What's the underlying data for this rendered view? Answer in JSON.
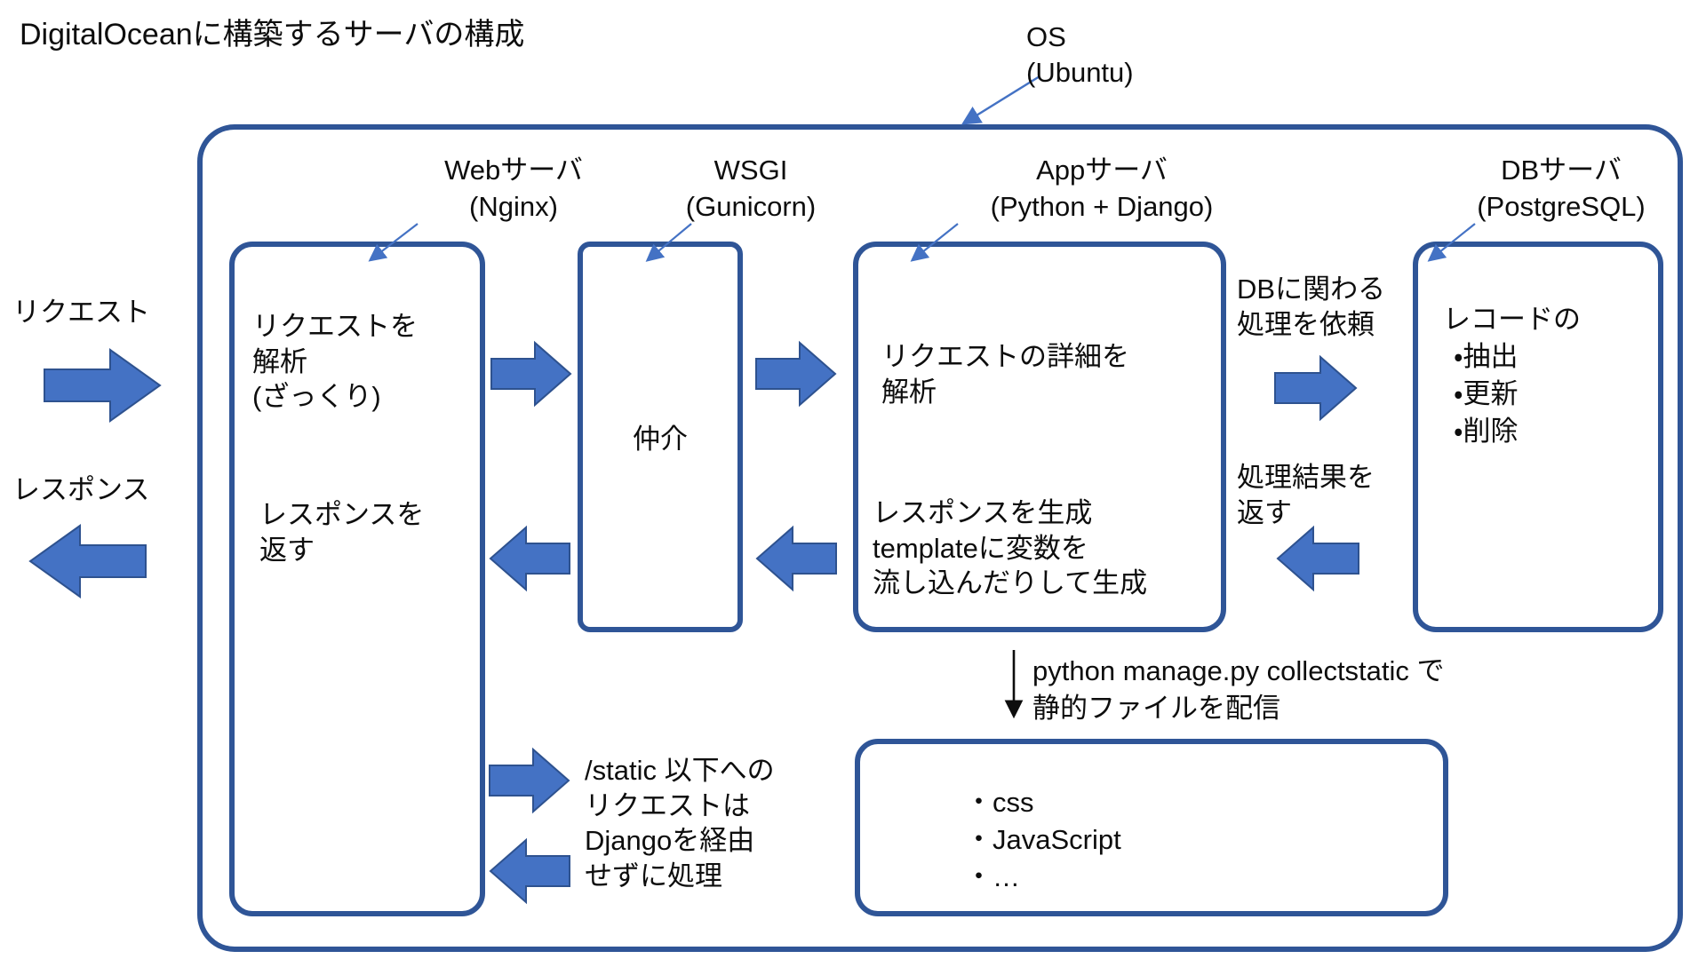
{
  "title": "DigitalOceanに構築するサーバの構成",
  "os_label": {
    "line1": "OS",
    "line2": "(Ubuntu)"
  },
  "component_labels": [
    {
      "name": "web-server",
      "line1": "Webサーバ",
      "line2": "(Nginx)"
    },
    {
      "name": "wsgi",
      "line1": "WSGI",
      "line2": "(Gunicorn)"
    },
    {
      "name": "app-server",
      "line1": "Appサーバ",
      "line2": "(Python + Django)"
    },
    {
      "name": "db-server",
      "line1": "DBサーバ",
      "line2": "(PostgreSQL)"
    }
  ],
  "left_flow": {
    "request_label": "リクエスト",
    "response_label": "レスポンス"
  },
  "web_box": {
    "top_text": "リクエストを\n解析\n(ざっくり)",
    "bottom_text": "レスポンスを\n返す"
  },
  "wsgi_box": {
    "text": "仲介"
  },
  "app_box": {
    "top_text": "リクエストの詳細を\n解析",
    "bottom_text": "レスポンスを生成\ntemplateに変数を\n流し込んだりして生成"
  },
  "db_flow": {
    "to_db_text": "DBに関わる\n処理を依頼",
    "from_db_text": "処理結果を\n返す"
  },
  "db_box": {
    "heading": "レコードの",
    "items": [
      "・抽出",
      "・更新",
      "・削除"
    ]
  },
  "collectstatic_note": {
    "line1": "python manage.py collectstatic で",
    "line2": "静的ファイルを配信"
  },
  "static_note": {
    "text": "/static 以下への\nリクエストは\nDjangoを経由\nせずに処理"
  },
  "static_box": {
    "items": [
      "・css",
      "・JavaScript",
      "・…"
    ]
  },
  "colors": {
    "box_border": "#2F5597",
    "block_arrow_fill": "#4472C4",
    "block_arrow_stroke": "#2E528F",
    "pointer_arrow": "#4472C4",
    "text": "#0D0D0D",
    "background": "#FFFFFF"
  }
}
